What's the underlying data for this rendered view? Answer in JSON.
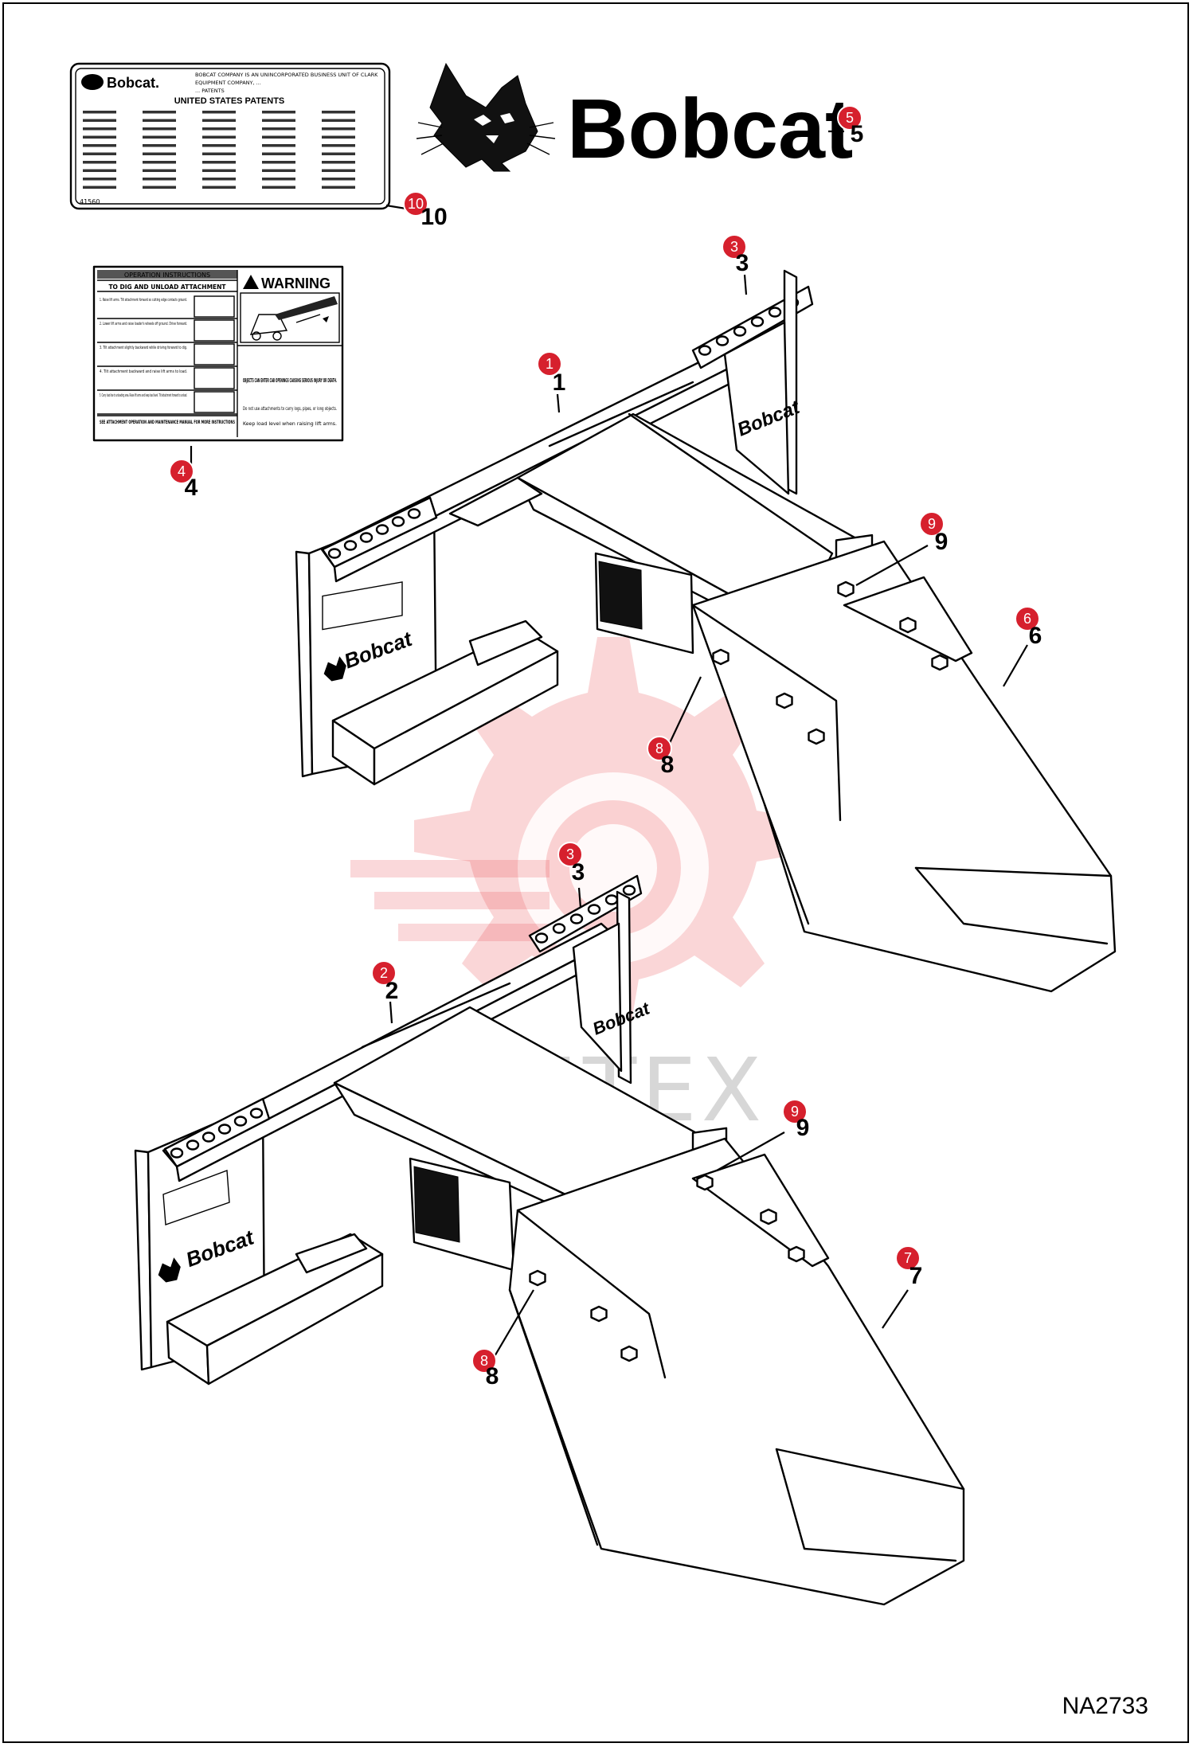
{
  "brand": {
    "name": "Bobcat"
  },
  "drawing_number": "NA2733",
  "watermark": {
    "text": "ИНТЕХ"
  },
  "patent_decal": {
    "company": "Bobcat.",
    "header_lines": [
      "BOBCAT COMPANY IS AN UNINCORPORATED BUSINESS UNIT OF CLARK",
      "EQUIPMENT COMPANY, ...",
      "... PATENTS"
    ],
    "title": "UNITED STATES PATENTS",
    "part_number": "41560"
  },
  "instruction_decal": {
    "title": "OPERATION INSTRUCTIONS",
    "warning": "WARNING",
    "subtitle": "TO DIG AND UNLOAD ATTACHMENT",
    "steps": [
      "1. Raise lift arms. Tilt attachment forward so cutting edge contacts ground.",
      "2. Lower lift arms and raise loader's wheels off ground. Drive forward.",
      "3. Tilt attachment slightly backward while driving forward to dig.",
      "4. Tilt attachment backward and raise lift arms to load.",
      "5. Carry load low to unloading area. Raise lift arms and keep load level. Tilt attachment forward to unload."
    ],
    "footer": "SEE ATTACHMENT OPERATION AND MAINTENANCE MANUAL FOR MORE INSTRUCTIONS",
    "hazard": "OBJECTS CAN ENTER CAB OPENINGS CAUSING SERIOUS INJURY OR DEATH.",
    "bullets": [
      "Do not use attachments to carry logs, pipes, or long objects.",
      "Keep load level when raising lift arms."
    ]
  },
  "callouts": [
    {
      "id": "c1",
      "label": "1"
    },
    {
      "id": "c2",
      "label": "2"
    },
    {
      "id": "c3a",
      "label": "3"
    },
    {
      "id": "c3b",
      "label": "3"
    },
    {
      "id": "c4",
      "label": "4"
    },
    {
      "id": "c5",
      "label": "5"
    },
    {
      "id": "c6",
      "label": "6"
    },
    {
      "id": "c7",
      "label": "7"
    },
    {
      "id": "c8a",
      "label": "8"
    },
    {
      "id": "c8b",
      "label": "8"
    },
    {
      "id": "c9a",
      "label": "9"
    },
    {
      "id": "c9b",
      "label": "9"
    },
    {
      "id": "c10",
      "label": "10"
    }
  ],
  "colors": {
    "callout": "#d6202d",
    "watermark": "#e8434a"
  }
}
